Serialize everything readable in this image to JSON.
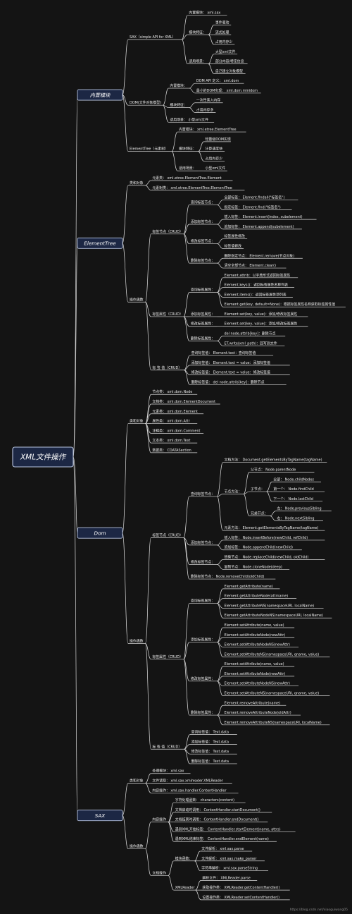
{
  "root": "XML文件操作",
  "watermark": "https://blog.csdn.net/xiaoguiwang05",
  "tree": [
    {
      "label": "内置模块",
      "children": [
        {
          "label": "SAX（simple API for XML）",
          "children": [
            {
              "label": "内置模块：  xml.sax"
            },
            {
              "label": "模块特征：",
              "children": [
                {
                  "label": "事件驱动"
                },
                {
                  "label": "流式处理"
                },
                {
                  "label": "占用内存少"
                }
              ]
            },
            {
              "label": "适用场景：",
              "children": [
                {
                  "label": "大型xml文件"
                },
                {
                  "label": "部分内容/特定信息"
                },
                {
                  "label": "自己建立对象模型"
                }
              ]
            }
          ]
        },
        {
          "label": "DOM(文件对象模型)",
          "children": [
            {
              "label": "内置模块：",
              "children": [
                {
                  "label": "DOM API 定义：  xml.dom"
                },
                {
                  "label": "最小的DOM实现：  xml.dom.minidom"
                }
              ]
            },
            {
              "label": "模块特征：",
              "children": [
                {
                  "label": "一次性读入内存"
                },
                {
                  "label": "占用内存多"
                }
              ]
            },
            {
              "label": "适用场景：  小型xml文件"
            }
          ]
        },
        {
          "label": "ElementTree（元素树）",
          "children": [
            {
              "label": "内置模块：  xml.etree.ElementTree"
            },
            {
              "label": "模块特征：",
              "children": [
                {
                  "label": "轻量级DOM实现"
                },
                {
                  "label": "计算速度快"
                },
                {
                  "label": "占用内存少"
                }
              ]
            },
            {
              "label": "适用场景：",
              "children": [
                {
                  "label": "小型xml文件"
                }
              ]
            }
          ]
        }
      ]
    },
    {
      "label": "ElementTree",
      "children": [
        {
          "label": "类和对象",
          "children": [
            {
              "label": "元素类：  xml.etree.ElementTree.Element"
            },
            {
              "label": "元素树类：  xml.etree.ElementTree.ElementTree"
            }
          ]
        },
        {
          "label": "操作函数",
          "children": [
            {
              "label": "标签节点（CRUD）",
              "children": [
                {
                  "label": "查询标签节点：",
                  "children": [
                    {
                      "label": "全部标签：  Element.findall(\"标签名\")"
                    },
                    {
                      "label": "指定标签：  Element.find(\"标签名\")"
                    }
                  ]
                },
                {
                  "label": "添加标签节点：",
                  "children": [
                    {
                      "label": "插入标签：  Element.insert(index, subelement)"
                    },
                    {
                      "label": "追加标签：  Element.append(subelement)"
                    }
                  ]
                },
                {
                  "label": "修改标签节点：",
                  "children": [
                    {
                      "label": "标签属性修改"
                    },
                    {
                      "label": "标签值修改"
                    }
                  ]
                },
                {
                  "label": "删除标签节点：",
                  "children": [
                    {
                      "label": "删除指定节点：  Element.remove(节点对象)"
                    },
                    {
                      "label": "清空全部节点：  Element.clear()"
                    }
                  ]
                }
              ]
            },
            {
              "label": "标签属性（CRUD）",
              "children": [
                {
                  "label": "查询标签属性：",
                  "children": [
                    {
                      "label": "Element.attrib：以字典形式返回标签属性"
                    },
                    {
                      "label": "Element.keys()：返回标签属性名称列表"
                    },
                    {
                      "label": "Element.items()：返回标签属性项列表"
                    },
                    {
                      "label": "Element.get(key, default=None)：根据标签属性名称获取标签属性值"
                    }
                  ]
                },
                {
                  "label": "添加标签属性：",
                  "children": [
                    {
                      "label": "Element.set(key, value)：添加/修改标签属性"
                    }
                  ]
                },
                {
                  "label": "修改标签属性：",
                  "children": [
                    {
                      "label": "Element.set(key, value)：添加/修改标签属性"
                    }
                  ]
                },
                {
                  "label": "删除标签属性：",
                  "children": [
                    {
                      "label": "del node.attrib[key]：删除节点"
                    },
                    {
                      "label": "ET.write(xml_path)：回写到文件"
                    }
                  ]
                }
              ]
            },
            {
              "label": "标 签 值（CRUD）",
              "children": [
                {
                  "label": "查询标签值：      Element.text：查询标签值"
                },
                {
                  "label": "添加标签值：      Element.text = value：添加标签值"
                },
                {
                  "label": "修改标签值：      Element.text = value：修改标签值"
                },
                {
                  "label": "删除标签值：      del node.attrib[key]：删除节点"
                }
              ]
            }
          ]
        }
      ]
    },
    {
      "label": "Dom",
      "children": [
        {
          "label": "类和对象",
          "children": [
            {
              "label": "节点类：  xml.dom.Node"
            },
            {
              "label": "文档类：  xml.dom.ElementDocument"
            },
            {
              "label": "元素类：  xml.dom.Element"
            },
            {
              "label": "属性类：  xml.dom.Attr"
            },
            {
              "label": "注释类：  xml.dom.Comment"
            },
            {
              "label": "文本类：  xml.dom.Text"
            },
            {
              "label": "数据类：  CDATASection"
            }
          ]
        },
        {
          "label": "操作函数",
          "children": [
            {
              "label": "标签节点（CRUD）",
              "children": [
                {
                  "label": "查询标签节点：",
                  "children": [
                    {
                      "label": "文档方法：  Document.getElementsByTagName(tagName)"
                    },
                    {
                      "label": "节点方法：",
                      "children": [
                        {
                          "label": "父节点：        Node.parentNode"
                        },
                        {
                          "label": "子节点：",
                          "children": [
                            {
                              "label": "全部：  Node.childNodes"
                            },
                            {
                              "label": "第一个：  Node.firstChild"
                            },
                            {
                              "label": "下一个：  Node.lastChild"
                            }
                          ]
                        },
                        {
                          "label": "兄弟节点：",
                          "children": [
                            {
                              "label": "左：  Node.previousSibling"
                            },
                            {
                              "label": "右：  Node.nextSibling"
                            }
                          ]
                        }
                      ]
                    },
                    {
                      "label": "元素方法：  Element.getElementsByTagName(tagName)"
                    }
                  ]
                },
                {
                  "label": "添加标签节点：",
                  "children": [
                    {
                      "label": "插入标签：  Node.insertBefore(newChild, refChild)"
                    },
                    {
                      "label": "追加标签：  Node.appendChild(newChild)"
                    }
                  ]
                },
                {
                  "label": "修改标签节点：",
                  "children": [
                    {
                      "label": "替换节点：  Node.replaceChild(newChild, oldChild)"
                    },
                    {
                      "label": "复制节点：  Node.cloneNode(deep)"
                    }
                  ]
                },
                {
                  "label": "删除标签节点：  Node.removeChild(oldChild)"
                }
              ]
            },
            {
              "label": "标签属性（CRUD）",
              "children": [
                {
                  "label": "查询标签属性：",
                  "children": [
                    {
                      "label": "Element.getAttribute(name)"
                    },
                    {
                      "label": "Element.getAttributeNode(attrname)"
                    },
                    {
                      "label": "Element.getAttributeNS(namespaceURI, localName)"
                    },
                    {
                      "label": "Element.getAttributeNodeNS(namespaceURI, localName)"
                    }
                  ]
                },
                {
                  "label": "添加标签属性：",
                  "children": [
                    {
                      "label": "Element.setAttribute(name, value)"
                    },
                    {
                      "label": "Element.setAttributeNode(newAttr)"
                    },
                    {
                      "label": "Element.setAttributeNodeNS(newAttr)"
                    },
                    {
                      "label": "Element.setAttributeNS(namespaceURI, qname, value)"
                    }
                  ]
                },
                {
                  "label": "修改标签属性：",
                  "children": [
                    {
                      "label": "Element.setAttribute(name, value)"
                    },
                    {
                      "label": "Element.setAttributeNode(newAttr)"
                    },
                    {
                      "label": "Element.setAttributeNodeNS(newAttr)"
                    },
                    {
                      "label": "Element.setAttributeNS(namespaceURI, qname, value)"
                    }
                  ]
                },
                {
                  "label": "删除标签属性：",
                  "children": [
                    {
                      "label": "Element.removeAttribute(name)"
                    },
                    {
                      "label": "Element.removeAttributeNode(oldAttr)"
                    },
                    {
                      "label": "Element.removeAttributeNS(namespaceURI, localName)"
                    }
                  ]
                }
              ]
            },
            {
              "label": "标 签 值（CRUD）",
              "children": [
                {
                  "label": "查询标签值：  Text.data"
                },
                {
                  "label": "添加标签值：  Text.data"
                },
                {
                  "label": "修改标签值：  Text.data"
                },
                {
                  "label": "删除标签值：  Text.data"
                }
              ]
            }
          ]
        }
      ]
    },
    {
      "label": "SAX",
      "children": [
        {
          "label": "类和对象",
          "children": [
            {
              "label": "处理模块：  xml.sax"
            },
            {
              "label": "文件读取：  xml.sax.xmlreader.XMLReader"
            },
            {
              "label": "内容操作：  xml.sax.handler.ContentHandler"
            }
          ]
        },
        {
          "label": "操作函数",
          "children": [
            {
              "label": "内容操作",
              "children": [
                {
                  "label": "字符处理函数：  characters(content)"
                },
                {
                  "label": "文档启动时调用：  ContentHandler.startDocument()"
                },
                {
                  "label": "文档结束时调用：  ContentHandler.endDocument()"
                },
                {
                  "label": "遇到XML开始标签：  ContentHandler.startElement(name, attrs)"
                },
                {
                  "label": "遇到XML结束标签：  ContentHandler.endElement(name)"
                }
              ]
            },
            {
              "label": "文档操作",
              "children": [
                {
                  "label": "模块函数：",
                  "children": [
                    {
                      "label": "文件解析：  xml.sax.parse"
                    },
                    {
                      "label": "文件解析：  xml.sax.make_parser"
                    },
                    {
                      "label": "字符串解析：  xml.sax.parseString"
                    }
                  ]
                },
                {
                  "label": "XMLReader",
                  "children": [
                    {
                      "label": "解析文件：  XMLReader.parse"
                    },
                    {
                      "label": "获取操作类：  XMLReader.getContentHandler()"
                    },
                    {
                      "label": "设置操作类：  XMLReader.setContentHandler()"
                    }
                  ]
                }
              ]
            }
          ]
        }
      ]
    }
  ]
}
